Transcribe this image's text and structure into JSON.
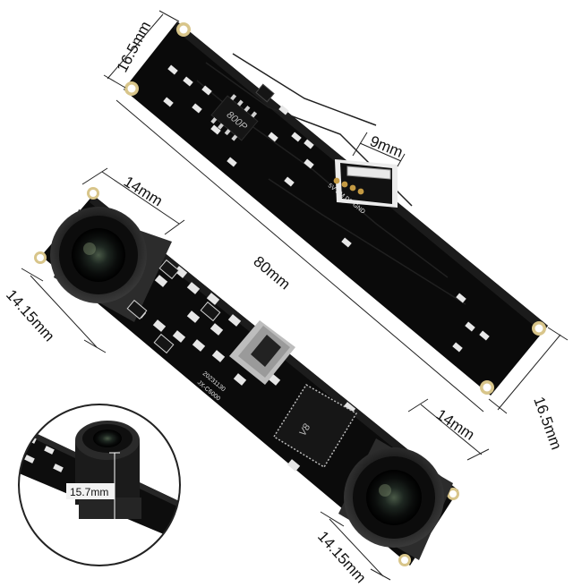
{
  "dimensions": {
    "top_board_width": "16.5mm",
    "right_board_width": "16.5mm",
    "board_length": "80mm",
    "usb_connector_width": "9mm",
    "left_lens_width": "14mm",
    "left_lens_height": "14.15mm",
    "right_lens_width": "14mm",
    "right_lens_height": "14.15mm",
    "lens_height_inset": "15.7mm"
  },
  "silkscreen": {
    "pin_labels": "5V DM DP GND",
    "board_id_line1": "20231130",
    "board_id_line2": "JX-C6000",
    "chip_marking": "V8",
    "small_chip_marking": "800P"
  }
}
